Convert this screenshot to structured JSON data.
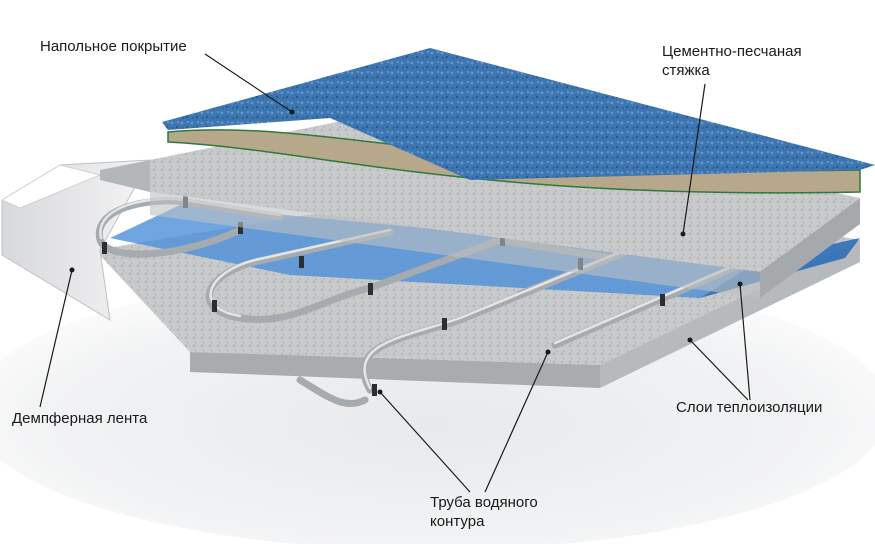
{
  "labels": {
    "floor_covering": "Напольное покрытие",
    "screed_line1": "Цементно-песчаная",
    "screed_line2": "стяжка",
    "damper_tape": "Демпферная лента",
    "insulation_layers": "Слои теплоизоляции",
    "pipe_line1": "Труба водяного",
    "pipe_line2": "контура"
  },
  "colors": {
    "floor_blue": "#3f78b4",
    "screed_grey": "#c9cbcd",
    "insulation_blue": "#4b8fd8",
    "pipe_grey": "#b9bec3",
    "leader_line": "#1a1a1a"
  }
}
